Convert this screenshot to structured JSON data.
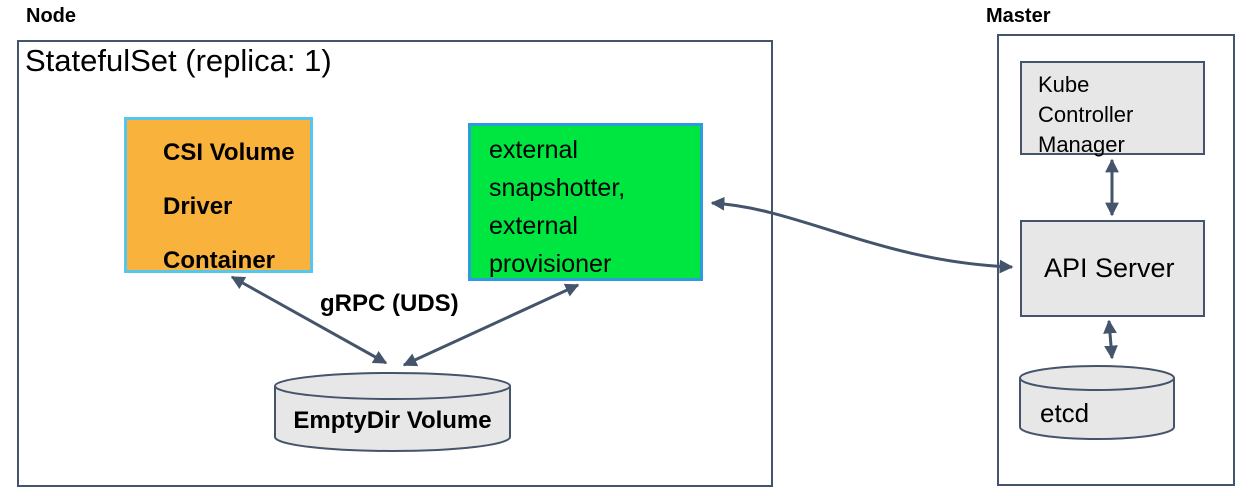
{
  "colors": {
    "line": "#44546A",
    "gray_fill": "#E8E7E7",
    "orange_fill": "#F9B23C",
    "orange_border": "#56C5EF",
    "green_fill": "#00E640",
    "green_border": "#2E9BDE",
    "text": "#111111",
    "bg": "#FFFFFF"
  },
  "node": {
    "title": "Node",
    "statefulset_title": "StatefulSet (replica: 1)",
    "csi_container": "CSI Volume\nDriver\nContainer",
    "sidecars": "external\nsnapshotter,\nexternal\nprovisioner",
    "grpc_label": "gRPC (UDS)",
    "emptydir_label": "EmptyDir Volume"
  },
  "master": {
    "title": "Master",
    "kube_controller_manager": "Kube\nController\nManager",
    "api_server": "API Server",
    "etcd": "etcd"
  }
}
